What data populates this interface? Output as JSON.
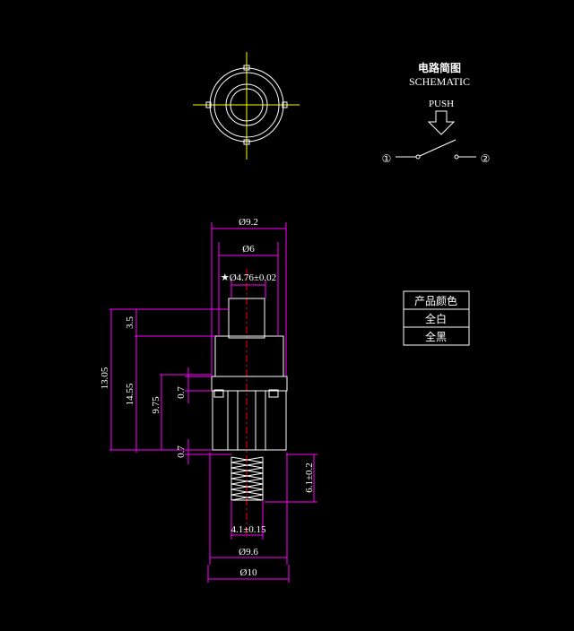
{
  "schematic": {
    "title_cn": "电路简图",
    "title_en": "SCHEMATIC",
    "push_label": "PUSH",
    "terminal_1": "①",
    "terminal_2": "②"
  },
  "dimensions": {
    "outer_top_dia": "Ø9.2",
    "body_dia": "Ø6",
    "plunger_dia": "★Ø4.76±0.02",
    "total_height": "13.05",
    "height_2": "14.55",
    "height_3": "9.75",
    "plunger_travel": "3.5",
    "flange_1": "0.7",
    "flange_2": "0.7",
    "spring_length": "6.1±0.2",
    "spring_dia": "4.1±0.15",
    "base_dia_1": "Ø9.6",
    "base_dia_2": "Ø10"
  },
  "color_table": {
    "header": "产品颜色",
    "rows": [
      "全白",
      "全黑"
    ]
  },
  "colors": {
    "background": "#000000",
    "dimension": "#ff00ff",
    "outline": "#ffffff",
    "top_view": "#ffff00",
    "centerline": "#ff0000"
  }
}
